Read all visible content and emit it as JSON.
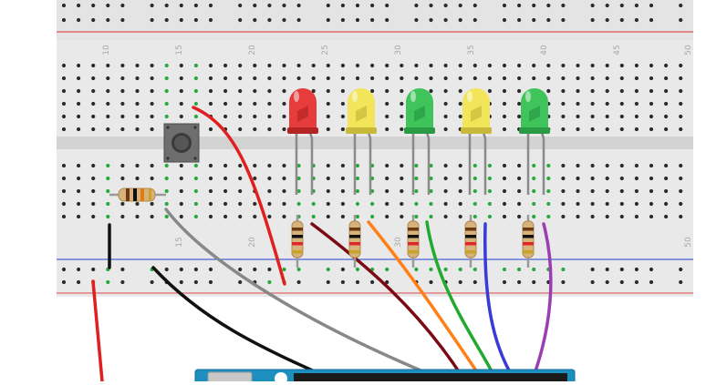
{
  "breadboard": {
    "column_numbers_top": [
      "10",
      "15",
      "20",
      "25",
      "30",
      "35",
      "40",
      "45",
      "50"
    ],
    "column_numbers_bottom": [
      "15",
      "20",
      "30",
      "50"
    ]
  },
  "components": {
    "leds": [
      {
        "color": "red",
        "fill": "#e63c3c",
        "shade": "#b52424"
      },
      {
        "color": "yellow",
        "fill": "#f2e55a",
        "shade": "#c9b93a"
      },
      {
        "color": "green",
        "fill": "#3ec45a",
        "shade": "#2a9a44"
      },
      {
        "color": "yellow",
        "fill": "#f2e55a",
        "shade": "#c9b93a"
      },
      {
        "color": "green",
        "fill": "#3ec45a",
        "shade": "#2a9a44"
      }
    ],
    "resistor_count": 6,
    "pushbutton": "tactile-pushbutton"
  },
  "wires": [
    {
      "color": "#e02020"
    },
    {
      "color": "#e02020"
    },
    {
      "color": "#7a0a14"
    },
    {
      "color": "#ff7f17"
    },
    {
      "color": "#22aa2e"
    },
    {
      "color": "#3a3ad6"
    },
    {
      "color": "#9b3fb0"
    },
    {
      "color": "#888888"
    },
    {
      "color": "#111111"
    },
    {
      "color": "#111111"
    }
  ],
  "arduino": {
    "color": "#1d8fbf"
  }
}
